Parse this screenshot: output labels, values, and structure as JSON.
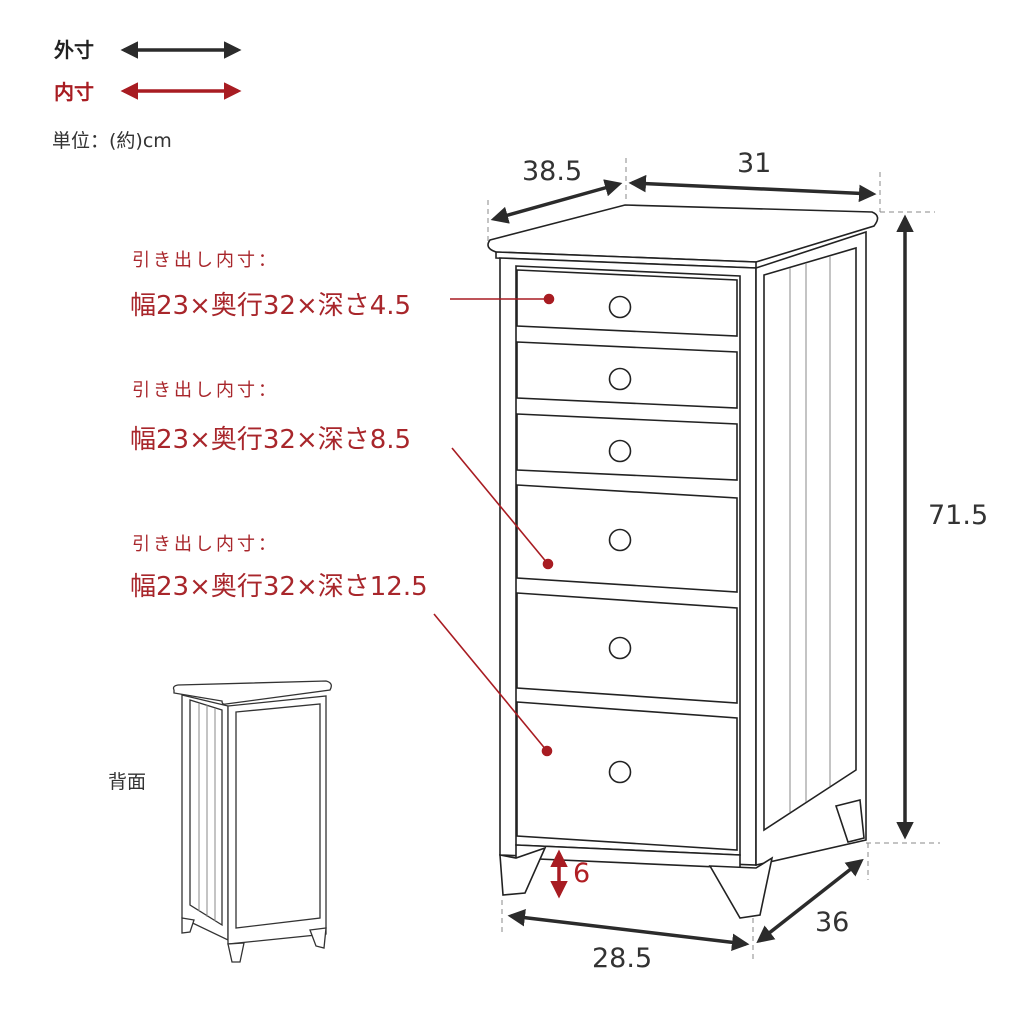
{
  "legend": {
    "outer_label": "外寸",
    "inner_label": "内寸",
    "outer_color": "#2b2b2b",
    "inner_color": "#a81c22",
    "unit": "単位：(約)cm"
  },
  "drawer_notes": [
    {
      "title": "引き出し内寸：",
      "dims": "幅23×奥行32×深さ4.5"
    },
    {
      "title": "引き出し内寸：",
      "dims": "幅23×奥行32×深さ8.5"
    },
    {
      "title": "引き出し内寸：",
      "dims": "幅23×奥行32×深さ12.5"
    }
  ],
  "dimensions": {
    "top_depth": "38.5",
    "top_width": "31",
    "height": "71.5",
    "leg_height": "6",
    "base_width": "28.5",
    "base_depth": "36"
  },
  "rear_view": {
    "label": "背面"
  },
  "drawers": {
    "count": 6
  }
}
